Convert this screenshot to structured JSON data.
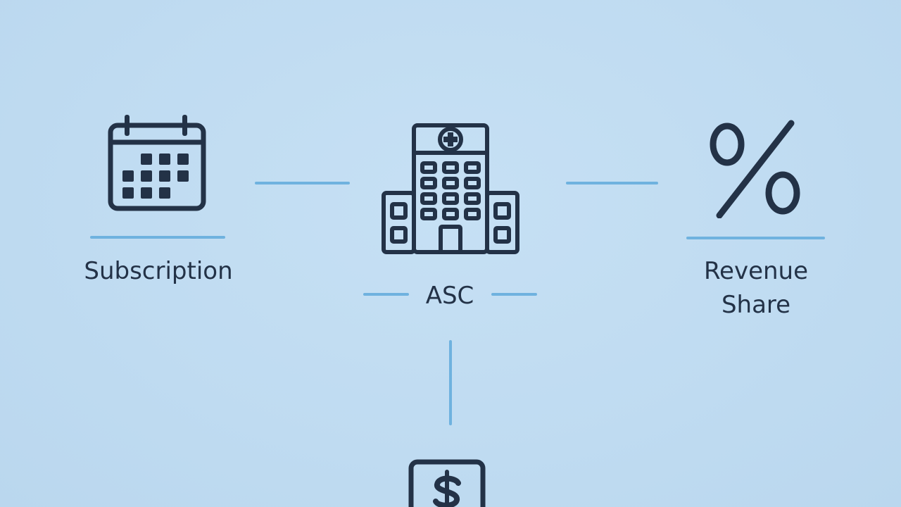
{
  "colors": {
    "background": "#c1ddf2",
    "icon": "#233247",
    "connector": "#6fb2df"
  },
  "nodes": {
    "subscription": {
      "label": "Subscription",
      "icon": "calendar-icon"
    },
    "asc": {
      "label": "ASC",
      "icon": "hospital-building-icon"
    },
    "revenue_share": {
      "label": "Revenue\nShare",
      "icon": "percent-icon"
    },
    "fee": {
      "icon": "dollar-sign-icon"
    }
  }
}
